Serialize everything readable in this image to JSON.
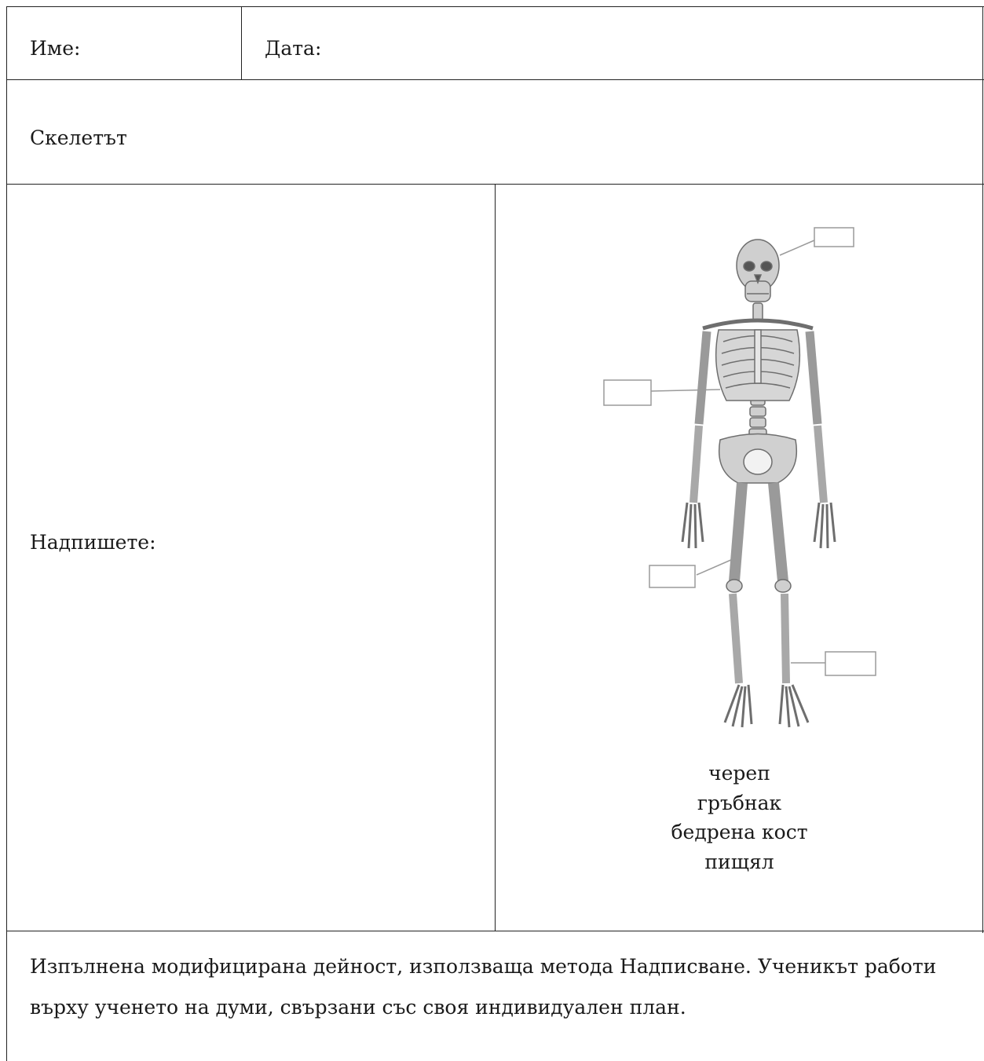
{
  "header": {
    "name_label": "Име:",
    "date_label": "Дата:"
  },
  "topic": {
    "title": "Скелетът"
  },
  "task": {
    "instruction": "Надпишете:"
  },
  "figure": {
    "label_boxes": [
      "",
      "",
      "",
      ""
    ]
  },
  "word_bank": {
    "words": [
      "череп",
      "гръбнак",
      "бедрена кост",
      "пищял"
    ]
  },
  "footer": {
    "note": "Изпълнена модифицирана дейност, използваща метода Надписване. Ученикът работи върху ученето на думи, свързани със своя индивидуален план."
  },
  "colors": {
    "lines": "#222222",
    "bone": "#bdbdbd",
    "bone_dark": "#6e6e6e"
  }
}
